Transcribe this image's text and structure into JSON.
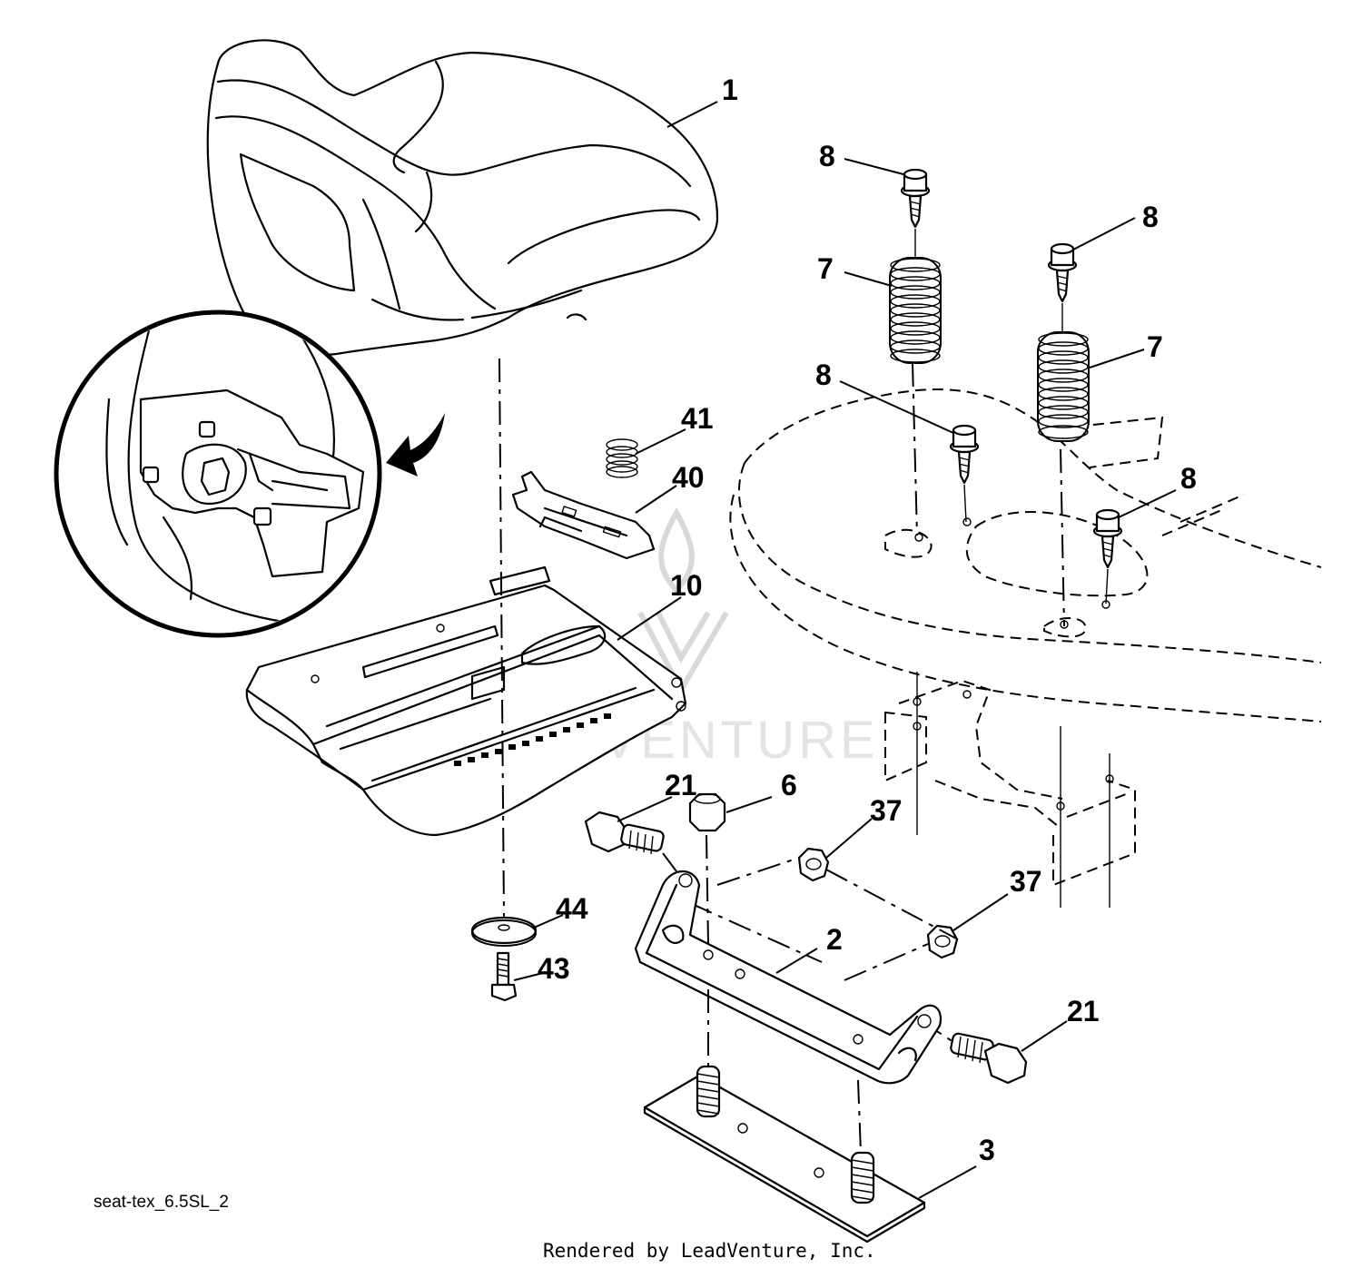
{
  "diagram": {
    "drawing_code": "seat-tex_6.5SL_2",
    "footer": "Rendered by LeadVenture, Inc.",
    "watermark": "LEADVENTURE",
    "callouts": {
      "seat": "1",
      "pivot_bracket": "2",
      "pan_plate": "3",
      "lock_nut": "6",
      "spring_left": "7",
      "spring_right": "7",
      "screw_top_left": "8",
      "screw_top_right": "8",
      "screw_mid_left": "8",
      "screw_mid_right": "8",
      "seat_pan": "10",
      "bolt_left": "21",
      "bolt_right": "21",
      "nut_left": "37",
      "nut_right": "37",
      "slide_latch": "40",
      "small_spring": "41",
      "knob_bolt": "43",
      "washer": "44"
    }
  }
}
